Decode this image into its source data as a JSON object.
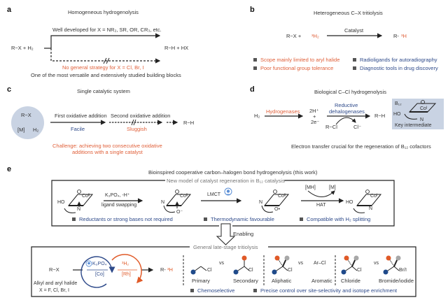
{
  "panels": {
    "a": {
      "label": "a",
      "title": "Homogeneous hydrogenolysis",
      "upper_path": "Well developed for X = NR₂, SR, OR, CR₃, etc.",
      "reactant": "R−X + H₂",
      "product": "R−H + HX",
      "lower_path": "No general strategy for X = Cl, Br, I",
      "footer": "One of the most versatile and extensively studied building blocks"
    },
    "b": {
      "label": "b",
      "title": "Heterogeneous C–X tritiolysis",
      "reactant_prefix": "R−X +",
      "reagent": "³H₂",
      "arrow_label": "Catalyst",
      "product_prefix": "R-",
      "product_isotope": "³H",
      "limitations": [
        "Scope mainly limited to aryl halide",
        "Poor functional group tolerance"
      ],
      "applications": [
        "Radioligands for autoradiography",
        "Diagnostic tools in drug discovery"
      ]
    },
    "c": {
      "label": "c",
      "title": "Single catalytic system",
      "circle_items": [
        "R−X",
        "[M]",
        "H₂"
      ],
      "step1": "First oxidative addition",
      "step1_note": "Facile",
      "step2": "Second oxidative addition",
      "step2_note": "Sluggish",
      "product": "R−H",
      "challenge_line1": "Challenge: achieving two consecutive oxidative",
      "challenge_line2": "additions with a single catalyst"
    },
    "d": {
      "label": "d",
      "title": "Biological C–Cl hydrogenolysis",
      "start": "H₂",
      "enzyme1": "Hydrogenases",
      "intermediate_top": "2H⁺",
      "intermediate_plus": "+",
      "intermediate_bottom": "2e⁻",
      "enzyme2_line1": "Reductive",
      "enzyme2_line2": "dehalogenases",
      "substrate": "R−Cl",
      "byproduct": "Cl⁻",
      "product": "R−H",
      "box_label": "B₁₂",
      "box_metal": "Coᴵ",
      "box_ho": "HO",
      "box_n": "N",
      "box_caption": "Key intermediate",
      "footer": "Electron transfer crucial for the regeneration of B₁₂ cofactors"
    },
    "e": {
      "label": "e",
      "title": "Bioinspired cooperative carbon–halogen bond hydrogenolysis (this work)",
      "model_box_title": "New model of catalyst regeneration in B₁₂ catalysis",
      "species": [
        {
          "metal": "Coᴵᴵ",
          "left": "HO",
          "right": "N"
        },
        {
          "metal": "Coᴵᴵ",
          "left": "N",
          "right": "O⁻"
        },
        {
          "metal": "Coᴵᴵ",
          "left": "N",
          "right": "O•"
        },
        {
          "metal": "Coᴵ",
          "left": "HO",
          "right": "N"
        }
      ],
      "step1_top": "K₃PO₄, -H⁺",
      "step1_bottom": "ligand swapping",
      "step2_top": "LMCT",
      "step3_left": "[MH]",
      "step3_right": "[M]",
      "step3_bottom": "HAT",
      "features": [
        "Reductants or strong bases not required",
        "Thermodynamic favourable",
        "Compatible with H₂ splitting"
      ],
      "enabling": "Enabling",
      "lower_box_title": "General late-stage tritiolysis",
      "substrate": "R−X",
      "substrate_note1": "Alkyl and aryl halide",
      "substrate_note2": "X = F, Cl, Br, I",
      "co_cycle_top": "K₃PO₄",
      "co_cycle_bottom": "[Co]",
      "rh_cycle_top": "³H₂",
      "rh_cycle_bottom": "[Rh]",
      "product_prefix": "R-",
      "product_isotope": "³H",
      "vs": "vs",
      "comparisons": [
        {
          "a": "Primary",
          "b": "Secondary"
        },
        {
          "a": "Aliphatic",
          "b": "Aromatic",
          "b_formula": "Ar–Cl"
        },
        {
          "a": "Chloride",
          "b": "Bromide/iodide"
        }
      ],
      "halogen_cl": "Cl",
      "halogen_bri": "Br/I",
      "benefits": [
        "Chemoselective",
        "Precise control over site-selectivity and isotope enrichment"
      ]
    }
  },
  "colors": {
    "red": "#e0603a",
    "blue": "#2e4a8a",
    "orange": "#e05a28",
    "lightblue": "#c9d3e3",
    "grey_atom": "#a8a8a8",
    "navy_atom": "#1f4a8a"
  }
}
